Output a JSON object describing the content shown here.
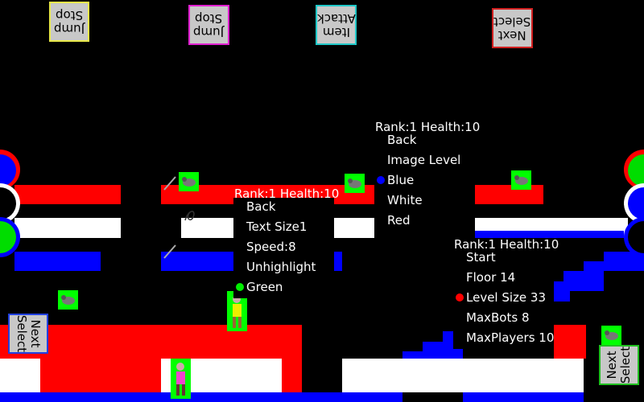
{
  "top_buttons": [
    {
      "label": "Jump\nStop",
      "border": "#e8e84a"
    },
    {
      "label": "Jump\nStop",
      "border": "#e020d0"
    },
    {
      "label": "Item\nAttack",
      "border": "#20c8c8"
    },
    {
      "label": "Next\nSelect",
      "border": "#d02020"
    }
  ],
  "side_buttons": {
    "left": {
      "label": "Next\nSelect",
      "border": "#2040e0"
    },
    "right": {
      "label": "Next\nSelect",
      "border": "#20c020"
    }
  },
  "menu_center": {
    "header": "Rank:1 Health:10",
    "items": [
      "Back",
      "Text Size1",
      "Speed:8",
      "Unhighlight",
      "Green"
    ],
    "selected_index": 4,
    "selected_color": "#00e000"
  },
  "menu_top": {
    "header": "Rank:1 Health:10",
    "items": [
      "Back",
      "Image Level",
      "Blue",
      "White",
      "Red"
    ],
    "selected_index": 2,
    "selected_color": "#0000ff"
  },
  "menu_right": {
    "header": "Rank:1 Health:10",
    "items": [
      "Start",
      "Floor 14",
      "Level Size 33",
      "MaxBots 8",
      "MaxPlayers 10"
    ],
    "selected_index": 2,
    "selected_color": "#ff0000"
  },
  "colors": {
    "red": "#ff0000",
    "white": "#ffffff",
    "blue": "#0000ff",
    "green": "#00ff00",
    "bg": "#000000"
  }
}
